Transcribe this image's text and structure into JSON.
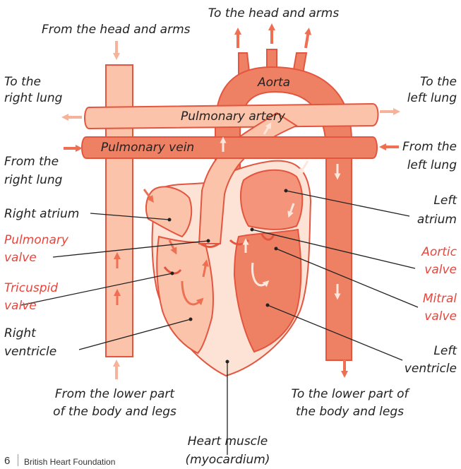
{
  "labels": {
    "to_head_arms": "To the head and arms",
    "from_head_arms": "From the head and arms",
    "aorta": "Aorta",
    "to_right_lung_1": "To the",
    "to_right_lung_2": "right lung",
    "to_left_lung_1": "To the",
    "to_left_lung_2": "left lung",
    "pulmonary_artery": "Pulmonary artery",
    "from_right_lung_1": "From the",
    "from_right_lung_2": "right lung",
    "pulmonary_vein": "Pulmonary vein",
    "from_left_lung_1": "From the",
    "from_left_lung_2": "left lung",
    "right_atrium": "Right atrium",
    "left_atrium_1": "Left",
    "left_atrium_2": "atrium",
    "pulmonary_valve_1": "Pulmonary",
    "pulmonary_valve_2": "valve",
    "aortic_valve_1": "Aortic",
    "aortic_valve_2": "valve",
    "tricuspid_valve_1": "Tricuspid",
    "tricuspid_valve_2": "valve",
    "mitral_valve_1": "Mitral",
    "mitral_valve_2": "valve",
    "right_ventricle_1": "Right",
    "right_ventricle_2": "ventricle",
    "left_ventricle_1": "Left",
    "left_ventricle_2": "ventricle",
    "from_lower_body_1": "From the lower part",
    "from_lower_body_2": "of the body and legs",
    "to_lower_body_1": "To the lower part of",
    "to_lower_body_2": "the body and legs",
    "heart_muscle_1": "Heart muscle",
    "heart_muscle_2": "(myocardium)"
  },
  "footer": {
    "page_number": "6",
    "organization": "British Heart Foundation"
  },
  "colors": {
    "light_flesh": "#fbc3aa",
    "pale": "#fde3d6",
    "mid": "#f4947a",
    "deep": "#ee8164",
    "outline": "#e4553f",
    "valve_label": "#e8453c",
    "text": "#222222"
  }
}
